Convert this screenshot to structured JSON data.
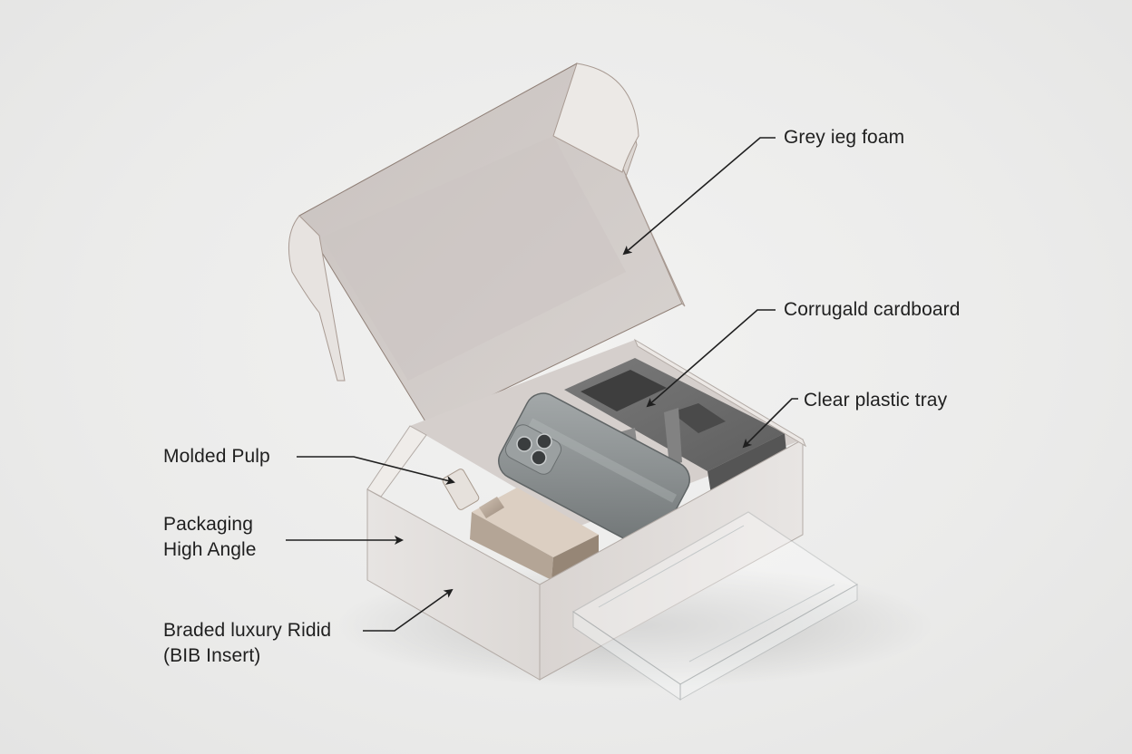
{
  "figure": {
    "labels": {
      "grey_foam": "Grey ieg foam",
      "corrugated": "Corrugald cardboard",
      "plastic_tray": "Clear plastic tray",
      "molded_pulp": "Molded Pulp",
      "high_angle_line1": "Packaging",
      "high_angle_line2": "High Angle",
      "rigid_line1": "Braded luxury Ridid",
      "rigid_line2": "(BIB Insert)"
    },
    "colors": {
      "background": "#ebebea",
      "box_white": "#e9e6e4",
      "box_interior": "#d3cdca",
      "foam": "#6e6e6e",
      "phone": "#8d9293",
      "charger": "#b3a394",
      "text": "#1f1f1f"
    }
  }
}
